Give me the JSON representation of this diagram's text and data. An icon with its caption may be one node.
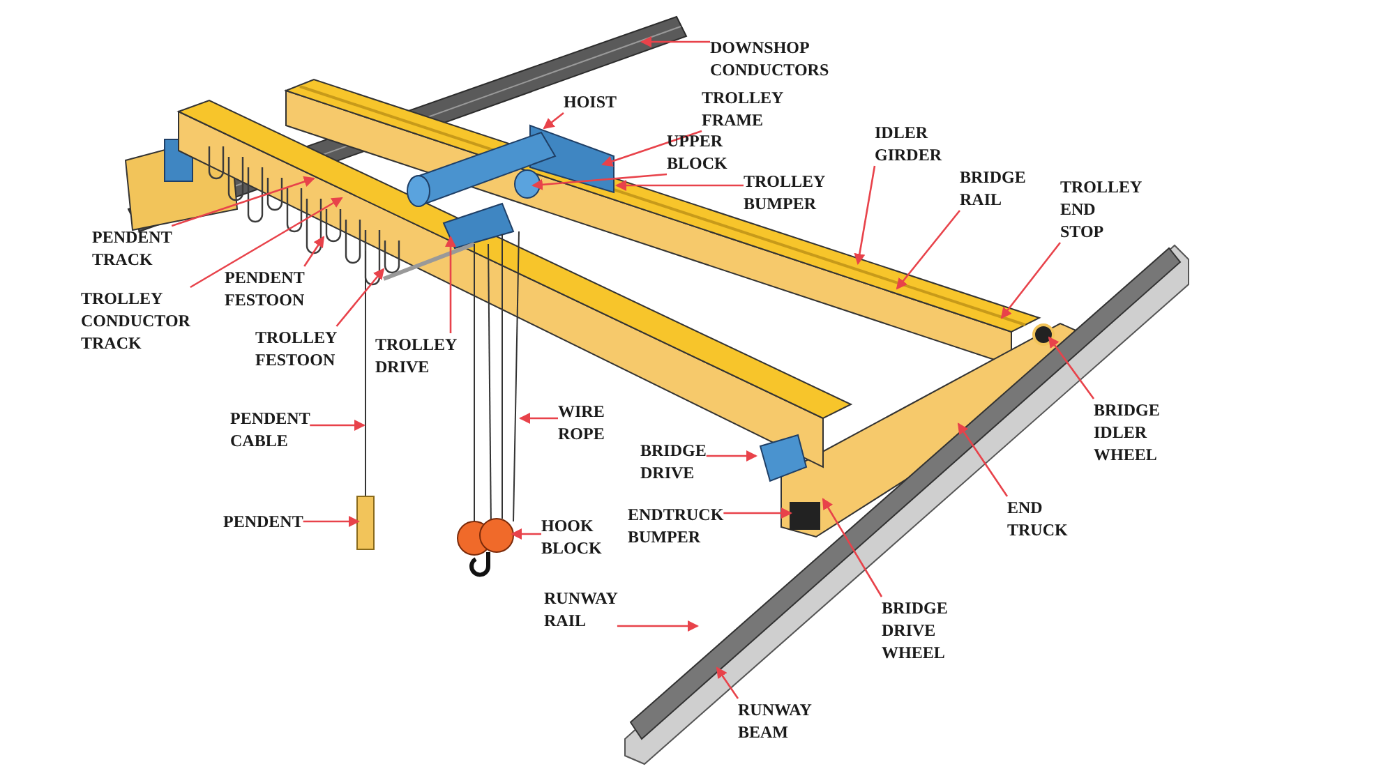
{
  "diagram": {
    "nodes": [
      {
        "text": [
          "DOWNSHOP CONDUCTORS"
        ]
      },
      {
        "text": [
          "HOIST"
        ]
      },
      {
        "text": [
          "TROLLEY FRAME"
        ]
      },
      {
        "text": [
          "UPPER BLOCK"
        ]
      },
      {
        "text": [
          "TROLLEY BUMPER"
        ]
      },
      {
        "text": [
          "IDLER GIRDER"
        ]
      },
      {
        "text": [
          "BRIDGE RAIL"
        ]
      },
      {
        "text": [
          "TROLLEY END STOP"
        ]
      },
      {
        "text": [
          "BRIDGE IDLER WHEEL"
        ]
      },
      {
        "text": [
          "PENDENT TRACK"
        ]
      },
      {
        "text": [
          "TROLLEY CONDUCTOR TRACK"
        ]
      },
      {
        "text": [
          "PENDENT FESTOON"
        ]
      },
      {
        "text": [
          "TROLLEY FESTOON"
        ]
      },
      {
        "text": [
          "TROLLEY DRIVE"
        ]
      },
      {
        "text": [
          "PENDENT CABLE"
        ]
      },
      {
        "text": [
          "WIRE ROPE"
        ]
      },
      {
        "text": [
          "PENDENT"
        ]
      },
      {
        "text": [
          "HOOK BLOCK"
        ]
      },
      {
        "text": [
          "BRIDGE DRIVE"
        ]
      },
      {
        "text": [
          "ENDTRUCK BUMPER"
        ]
      },
      {
        "text": [
          "END TRUCK"
        ]
      },
      {
        "text": [
          "BRIDGE DRIVE WHEEL"
        ]
      },
      {
        "text": [
          "RUNWAY RAIL"
        ]
      },
      {
        "text": [
          "RUNWAY BEAM"
        ]
      }
    ],
    "edges": [
      {
        "from": 0,
        "to": null,
        "arrow": "to"
      },
      {
        "from": 1,
        "to": null,
        "arrow": "to"
      },
      {
        "from": 2,
        "to": null,
        "arrow": "to"
      },
      {
        "from": 3,
        "to": null,
        "arrow": "to"
      },
      {
        "from": 4,
        "to": null,
        "arrow": "to"
      },
      {
        "from": 5,
        "to": null,
        "arrow": "to"
      },
      {
        "from": 6,
        "to": null,
        "arrow": "to"
      },
      {
        "from": 7,
        "to": null,
        "arrow": "to"
      },
      {
        "from": 8,
        "to": null,
        "arrow": "to"
      },
      {
        "from": 9,
        "to": null,
        "arrow": "to"
      },
      {
        "from": 10,
        "to": null,
        "arrow": "to"
      },
      {
        "from": 11,
        "to": null,
        "arrow": "to"
      },
      {
        "from": 12,
        "to": null,
        "arrow": "to"
      },
      {
        "from": 13,
        "to": null,
        "arrow": "to"
      },
      {
        "from": 14,
        "to": null,
        "arrow": "to"
      },
      {
        "from": 15,
        "to": null,
        "arrow": "to"
      },
      {
        "from": 16,
        "to": null,
        "arrow": "to"
      },
      {
        "from": 17,
        "to": null,
        "arrow": "to"
      },
      {
        "from": 18,
        "to": null,
        "arrow": "to"
      },
      {
        "from": 19,
        "to": null,
        "arrow": "to"
      },
      {
        "from": 20,
        "to": null,
        "arrow": "to"
      },
      {
        "from": 21,
        "to": null,
        "arrow": "to"
      },
      {
        "from": 22,
        "to": null,
        "arrow": "to"
      },
      {
        "from": 23,
        "to": null,
        "arrow": "to"
      }
    ]
  }
}
